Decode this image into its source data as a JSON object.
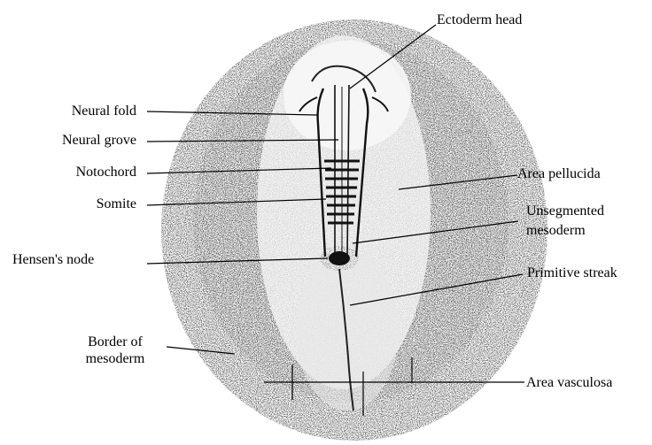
{
  "labels": {
    "ectoderm_head": "Ectoderm head",
    "neural_fold": "Neural fold",
    "neural_grove": "Neural grove",
    "notochord": "Notochord",
    "somite": "Somite",
    "hensens_node": "Hensen's node",
    "border_of_mesoderm_1": "Border of",
    "border_of_mesoderm_2": "mesoderm",
    "area_pellucida": "Area pellucida",
    "unsegmented_mesoderm_1": "Unsegmented",
    "unsegmented_mesoderm_2": "mesoderm",
    "primitive_streak": "Primitive streak",
    "area_vasculosa": "Area vasculosa"
  },
  "colors": {
    "ink": "#000000",
    "stipple": "#3a3a3a",
    "background": "#ffffff"
  }
}
